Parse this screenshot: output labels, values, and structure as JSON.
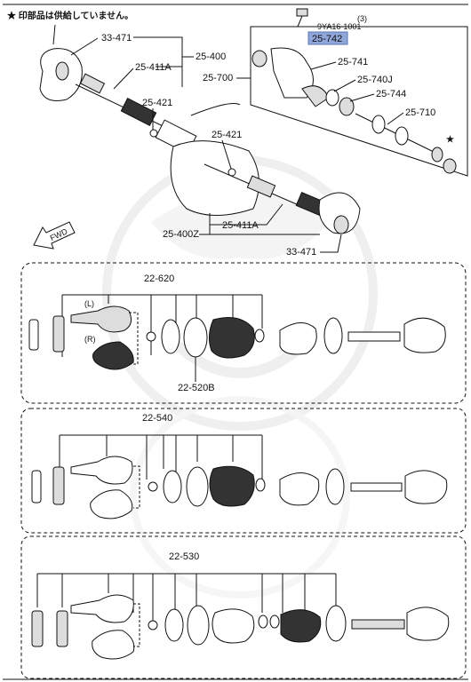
{
  "note": "★ 印部品は供給していません。",
  "star": "★",
  "labels": {
    "bolt_code": "9YA16-1001",
    "bolt_qty": "(3)",
    "highlight_part": "25-742",
    "p33471_top": "33-471",
    "p25400": "25-400",
    "p25411a_top": "25-411A",
    "p25700": "25-700",
    "p25741": "25-741",
    "p25740j": "25-740J",
    "p25744": "25-744",
    "p25710": "25-710",
    "p25421_a": "25-421",
    "p25421_b": "25-421",
    "p25411a_bottom": "25-411A",
    "p25400z": "25-400Z",
    "p33471_bottom": "33-471",
    "fwd": "FWD",
    "p22620": "22-620",
    "left_mark": "(L)",
    "right_mark": "(R)",
    "p22520b": "22-520B",
    "p22540": "22-540",
    "p22530": "22-530"
  },
  "colors": {
    "highlight_bg": "#8fa6d9",
    "line": "#111111",
    "watermark": "#e6e6e6"
  }
}
